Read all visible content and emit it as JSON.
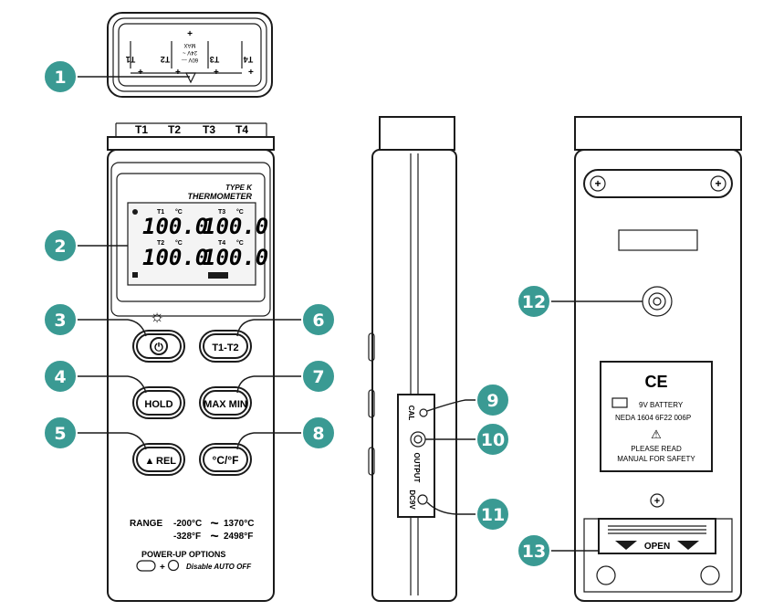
{
  "front": {
    "thermocouple_labels": [
      "T1",
      "T2",
      "T3",
      "T4"
    ],
    "panel_brand_line1": "TYPE K",
    "panel_brand_line2": "THERMOMETER",
    "lcd": {
      "t1_label": "T1",
      "t1_unit": "°C",
      "t1_value": "100.0",
      "t3_label": "T3",
      "t3_unit": "°C",
      "t3_value": "100.0",
      "t2_label": "T2",
      "t2_unit": "°C",
      "t2_value": "100.0",
      "t4_label": "T4",
      "t4_unit": "°C",
      "t4_value": "100.0"
    },
    "backlight_symbol": "☼",
    "buttons": {
      "power": "⏻",
      "t1_t2": "T1-T2",
      "hold": "HOLD",
      "maxmin": "MAX MIN",
      "rel": "REL",
      "rel_symbol": "▲",
      "unit": "°C/°F"
    },
    "range": {
      "label": "RANGE",
      "c_low": "-200°C",
      "c_high": "1370°C",
      "f_low": "-328°F",
      "f_high": "2498°F",
      "tilde": "~"
    },
    "powerup_title": "POWER-UP OPTIONS",
    "powerup_plus": "+",
    "powerup_text": "Disable AUTO OFF"
  },
  "top_connector": {
    "labels": [
      "T1",
      "T2",
      "T3",
      "T4"
    ],
    "voltage_line1": "MAX",
    "voltage_line2": "24V ~",
    "voltage_line3": "60V ---"
  },
  "side": {
    "cal_label": "CAL",
    "output_label": "OUTPUT",
    "dc_label": "DC9V"
  },
  "back": {
    "ce_mark": "CE",
    "battery_line": "9V BATTERY",
    "battery_model": "NEDA 1604 6F22 006P",
    "warning_symbol": "⚠",
    "warning_line1": "PLEASE READ",
    "warning_line2": "MANUAL FOR SAFETY",
    "open_label": "OPEN"
  },
  "callouts": [
    "1",
    "2",
    "3",
    "4",
    "5",
    "6",
    "7",
    "8",
    "9",
    "10",
    "11",
    "12",
    "13"
  ],
  "colors": {
    "callout_fill": "#3a9a93",
    "outline": "#1a1a1a"
  }
}
